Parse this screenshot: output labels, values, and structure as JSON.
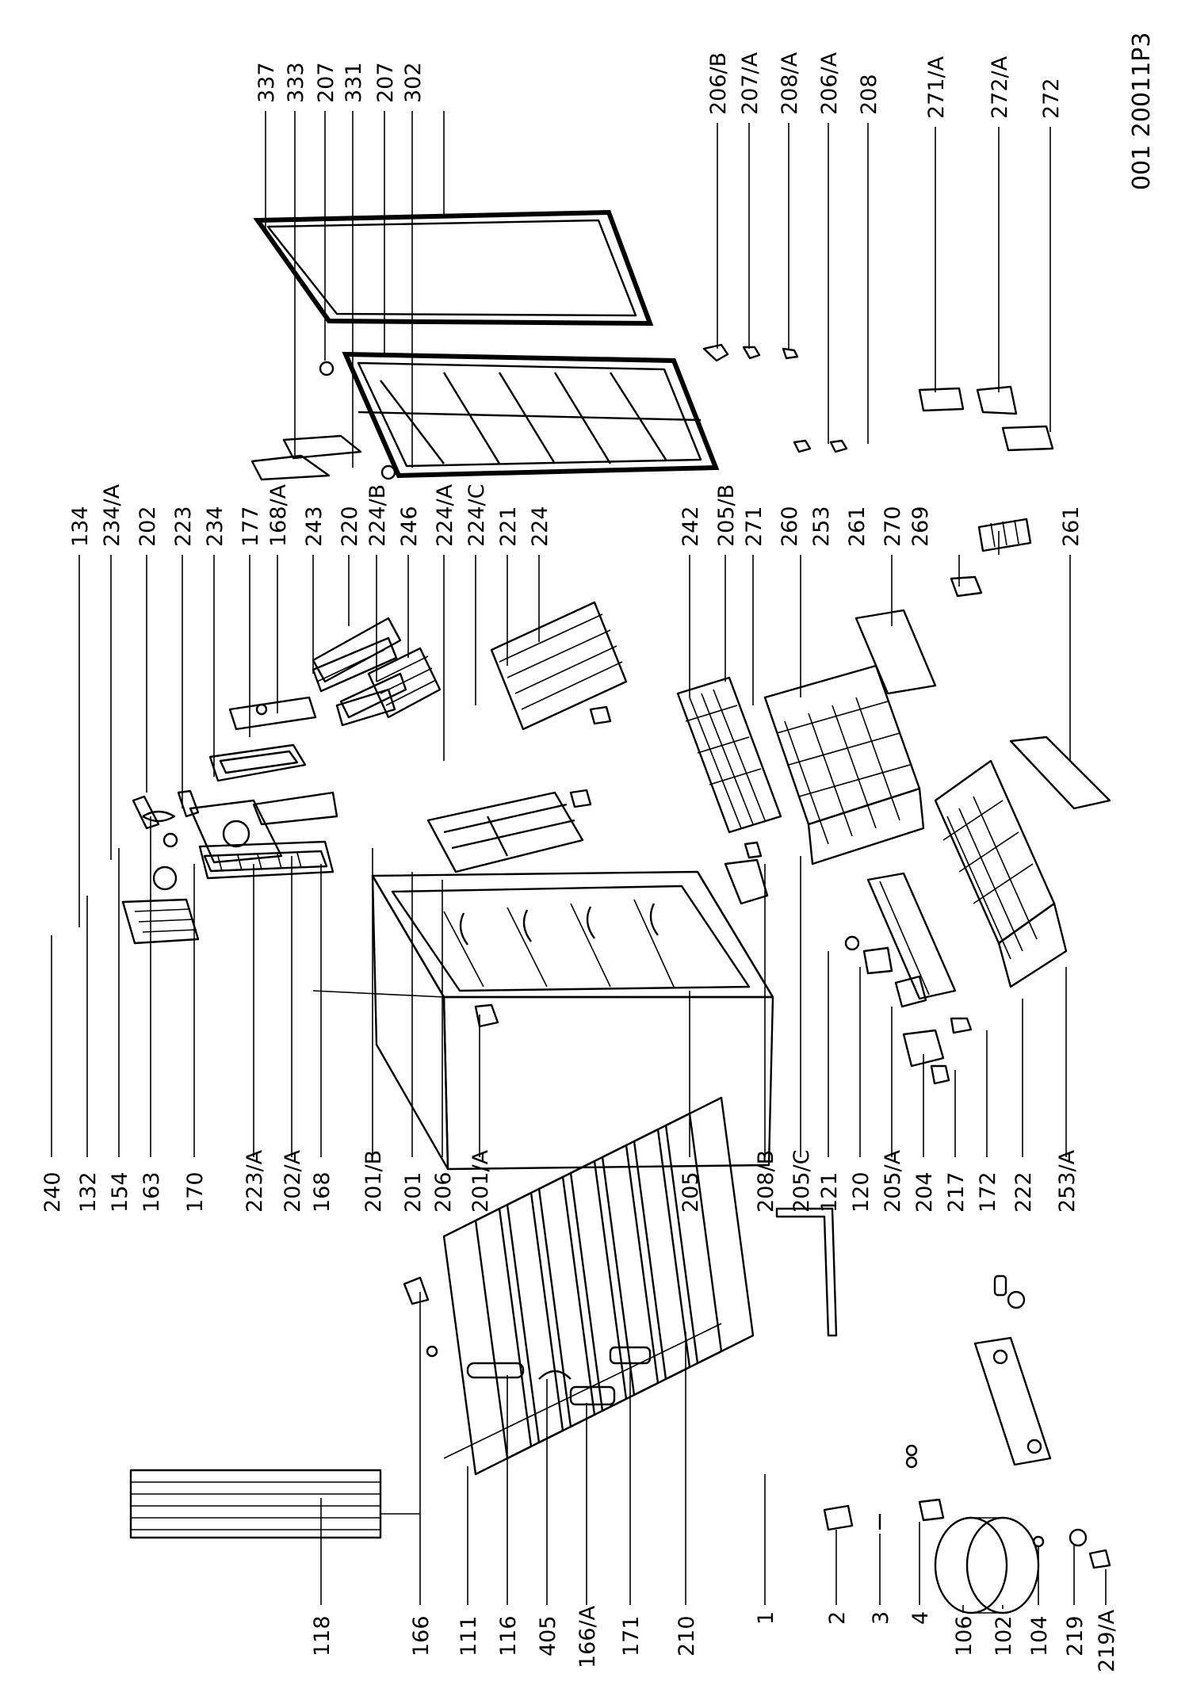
{
  "diagram": {
    "code": "001 20011P3",
    "labels": {
      "l337": "337",
      "l333": "333",
      "l207a": "207",
      "l331": "331",
      "l207b": "207",
      "l302": "302",
      "l206B": "206/B",
      "l207A": "207/A",
      "l208A": "208/A",
      "l206A": "206/A",
      "l208": "208",
      "l271A": "271/A",
      "l272A": "272/A",
      "l272": "272",
      "l134": "134",
      "l234A": "234/A",
      "l202": "202",
      "l223": "223",
      "l234": "234",
      "l177": "177",
      "l168A": "168/A",
      "l243": "243",
      "l220": "220",
      "l224B": "224/B",
      "l246": "246",
      "l224A": "224/A",
      "l224C": "224/C",
      "l221": "221",
      "l224": "224",
      "l242": "242",
      "l205B": "205/B",
      "l271": "271",
      "l260": "260",
      "l253": "253",
      "l261a": "261",
      "l270": "270",
      "l269": "269",
      "l261b": "261",
      "l240": "240",
      "l132": "132",
      "l154": "154",
      "l163": "163",
      "l170": "170",
      "l223A": "223/A",
      "l202A": "202/A",
      "l168": "168",
      "l201B": "201/B",
      "l201": "201",
      "l206": "206",
      "l201A": "201/A",
      "l205": "205",
      "l208B": "208/B",
      "l205C": "205/C",
      "l121": "121",
      "l120": "120",
      "l205A": "205/A",
      "l204": "204",
      "l217": "217",
      "l172": "172",
      "l222": "222",
      "l253A": "253/A",
      "l118": "118",
      "l166": "166",
      "l111": "111",
      "l116": "116",
      "l405": "405",
      "l166A": "166/A",
      "l171": "171",
      "l210": "210",
      "l1": "1",
      "l2": "2",
      "l3": "3",
      "l4": "4",
      "l106": "106",
      "l102": "102",
      "l104": "104",
      "l219": "219",
      "l219A": "219/A"
    }
  }
}
